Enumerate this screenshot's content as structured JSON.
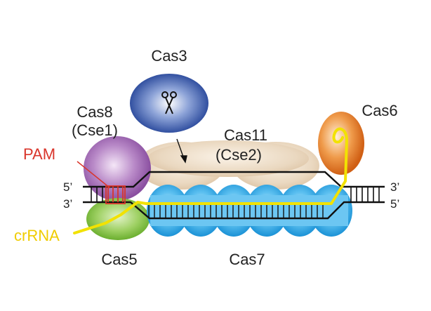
{
  "colors": {
    "cas3": "#1f3f95",
    "cas8": "#9c5fb0",
    "cas5": "#7bbf3e",
    "cas6": "#e0701e",
    "cas7": "#1e9fe0",
    "cas11": "#e4cdb0",
    "crRNA": "#f2e200",
    "pam": "#d9352b",
    "dna": "#111111"
  },
  "labels": {
    "cas3": "Cas3",
    "cas8_line1": "Cas8",
    "cas8_line2": "(Cse1)",
    "cas11_line1": "Cas11",
    "cas11_line2": "(Cse2)",
    "cas6": "Cas6",
    "pam": "PAM",
    "crrna": "crRNA",
    "cas5": "Cas5",
    "cas7": "Cas7",
    "left_top_end": "5’",
    "left_bottom_end": "3’",
    "right_top_end": "3’",
    "right_bottom_end": "5’"
  },
  "icons": {
    "cas3_symbol": "scissors-icon"
  }
}
